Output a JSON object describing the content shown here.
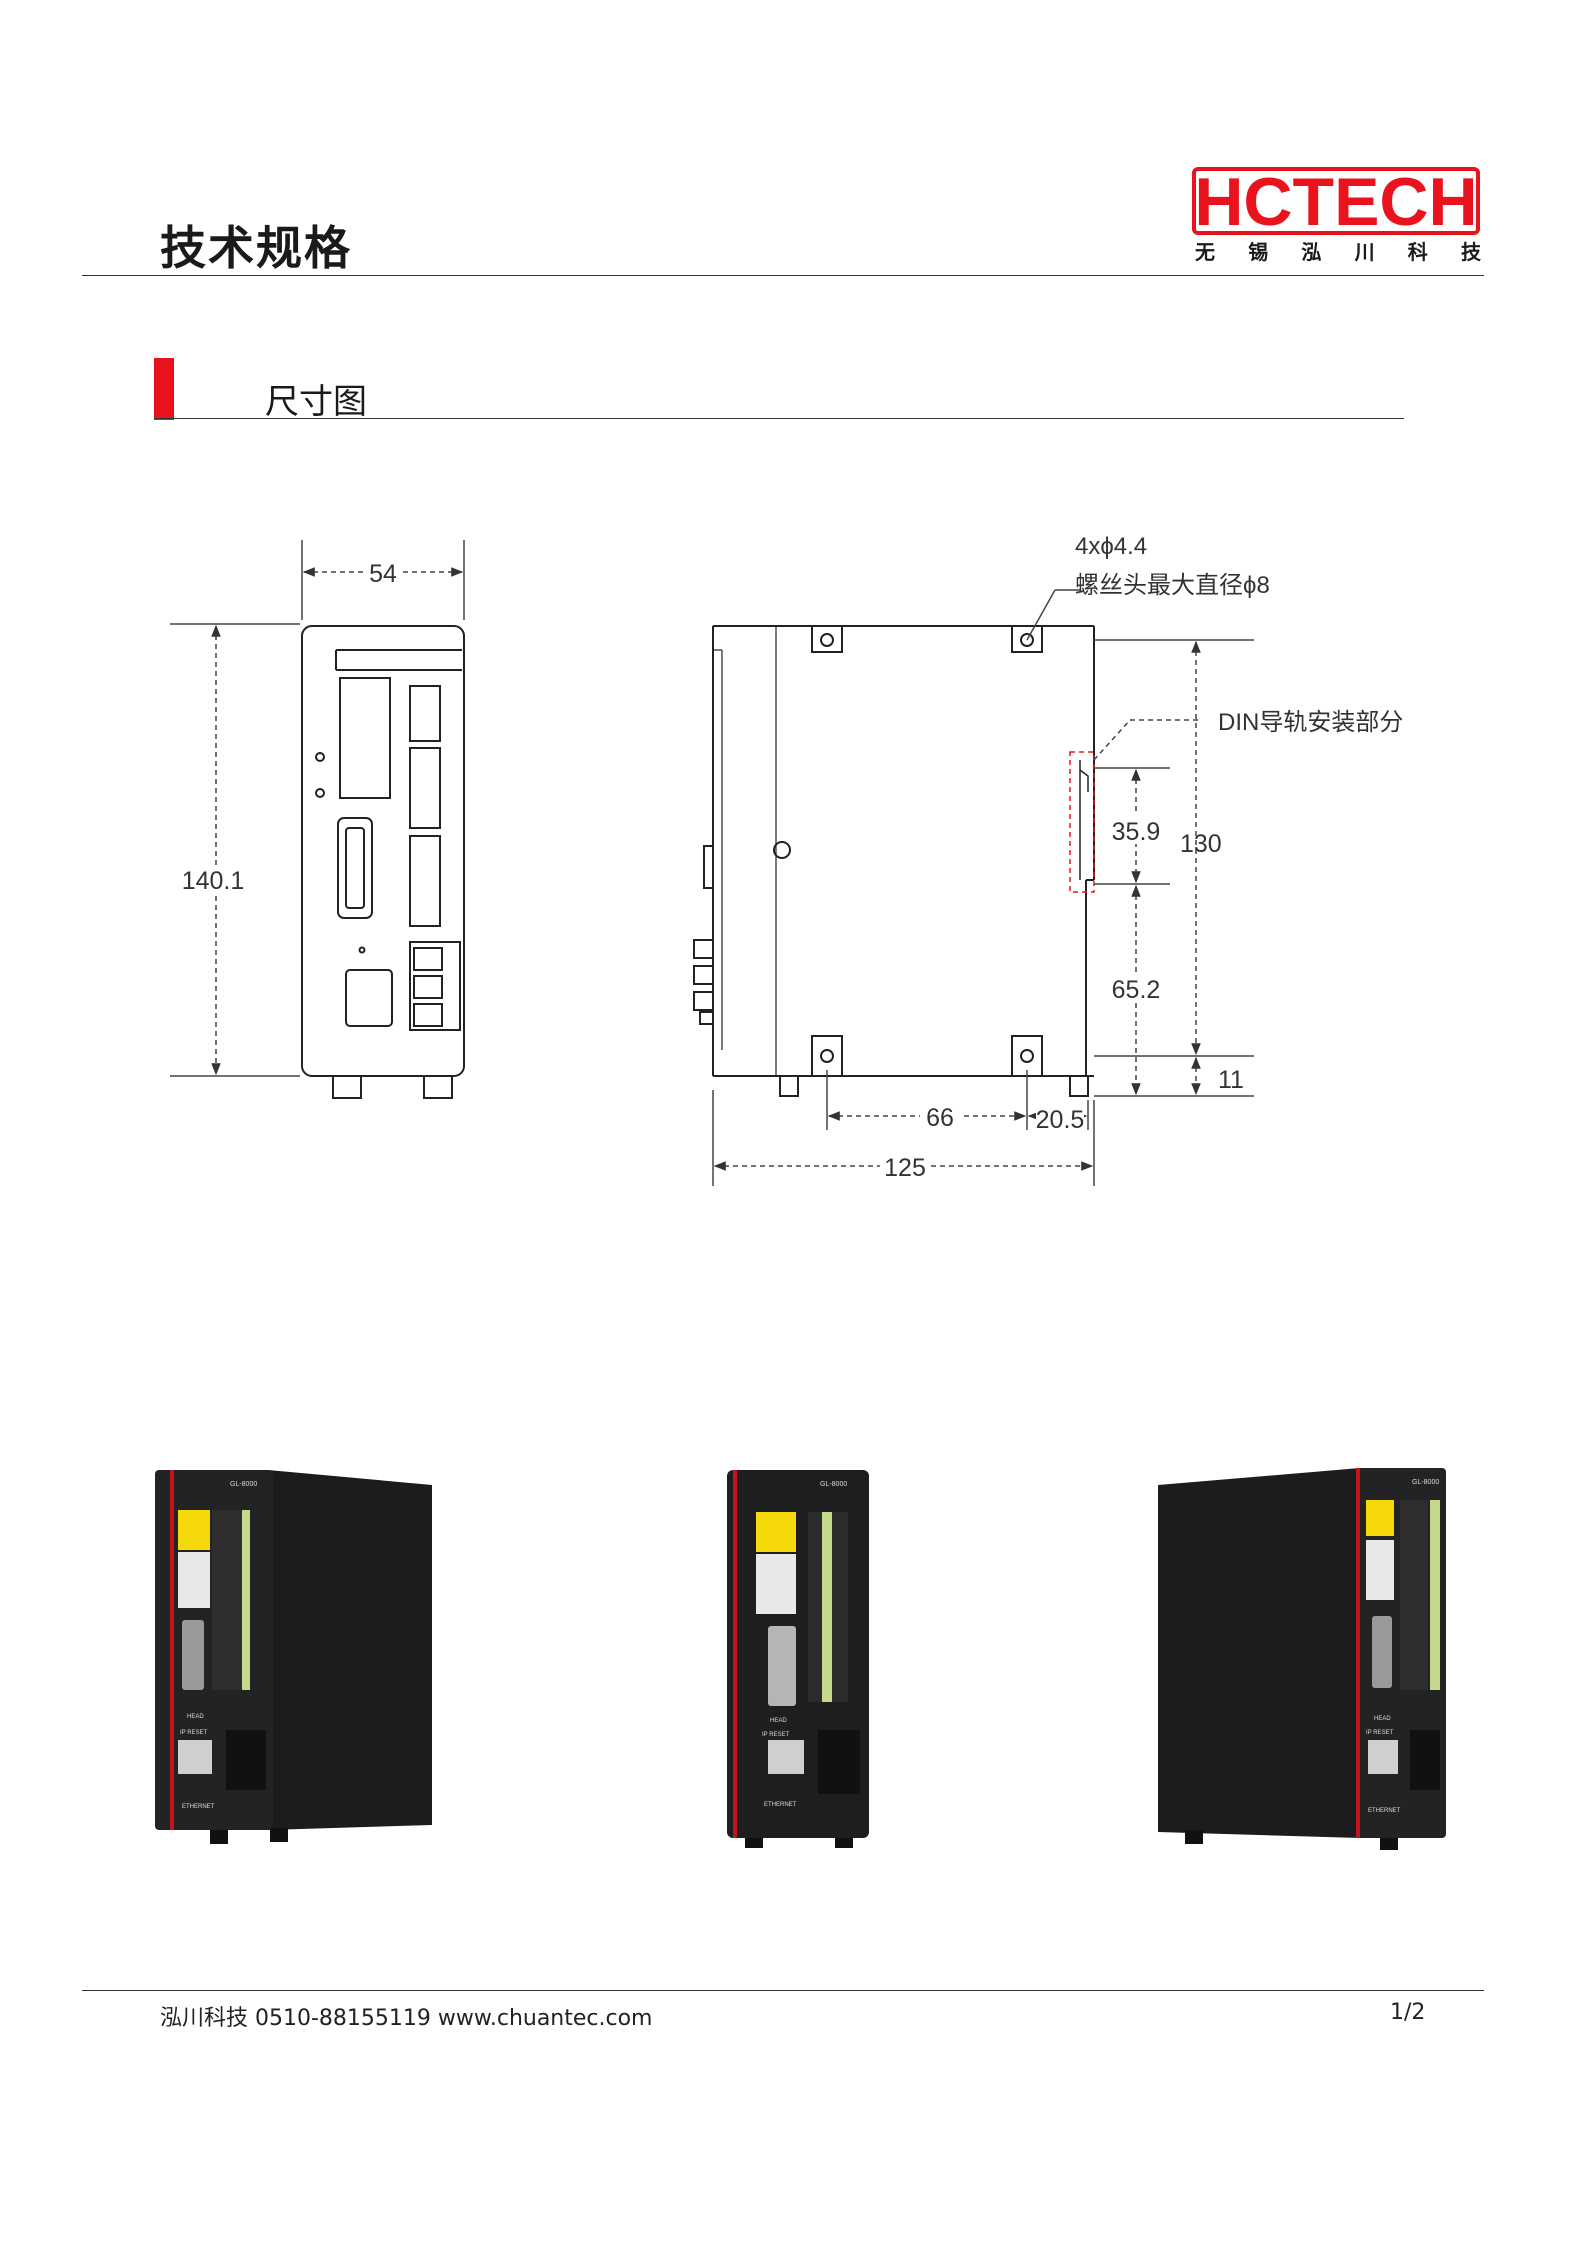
{
  "header": {
    "title": "技术规格",
    "logo": "HCTECH",
    "logo_subtitle": [
      "无",
      "锡",
      "泓",
      "川",
      "科",
      "技"
    ],
    "brand_color": "#e8131c"
  },
  "section": {
    "title": "尺寸图"
  },
  "drawing_front": {
    "width_dim": "54",
    "height_dim": "140.1"
  },
  "drawing_side": {
    "hole_note_1": "4xϕ4.4",
    "hole_note_2": "螺丝头最大直径ϕ8",
    "din_note": "DIN导轨安装部分",
    "dim_359": "35.9",
    "dim_130": "130",
    "dim_652": "65.2",
    "dim_11": "11",
    "dim_66": "66",
    "dim_205": "20.5",
    "dim_125": "125"
  },
  "photos": [
    {
      "model": "GL-8000",
      "label_head": "HEAD",
      "label_ip": "IP RESET",
      "label_eth": "ETHERNET"
    },
    {
      "model": "GL-8000",
      "label_head": "HEAD",
      "label_ip": "IP RESET",
      "label_eth": "ETHERNET"
    },
    {
      "model": "GL-8000",
      "label_head": "HEAD",
      "label_ip": "IP RESET",
      "label_eth": "ETHERNET"
    }
  ],
  "footer": {
    "contact": "泓川科技  0510-88155119 www.chuantec.com",
    "page": "1/2"
  }
}
